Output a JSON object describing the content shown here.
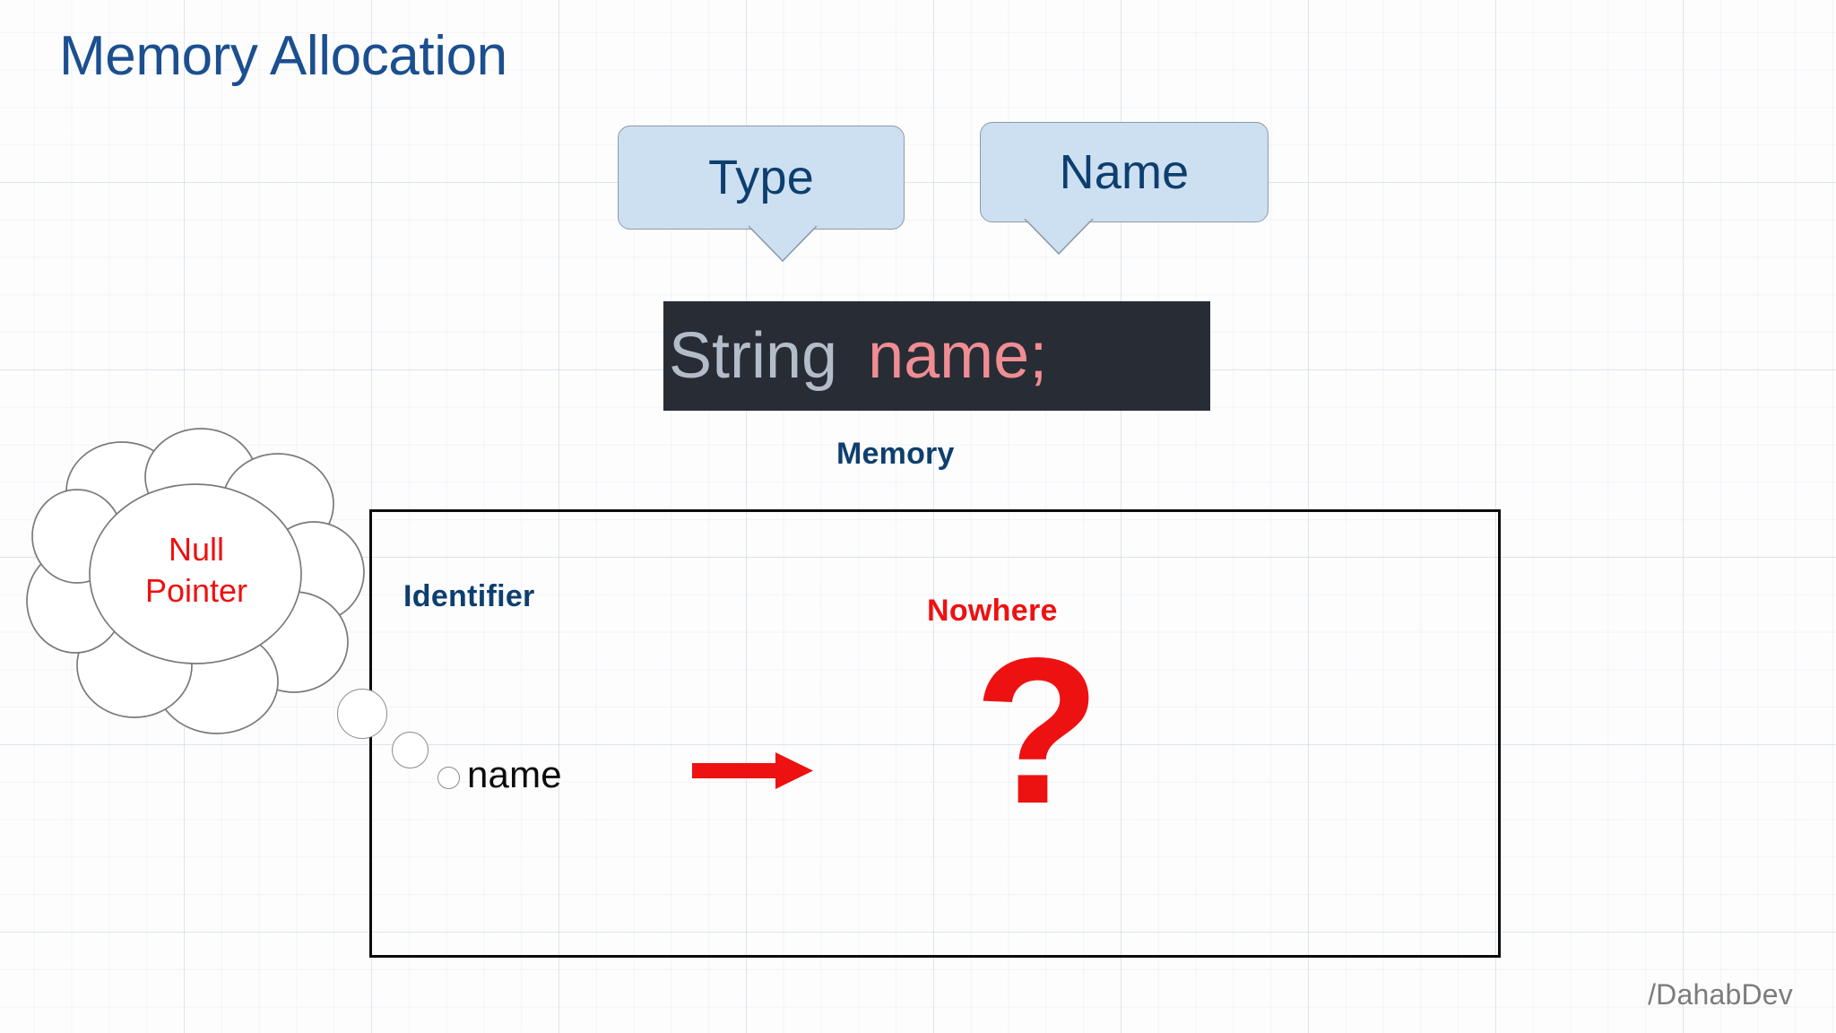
{
  "slide": {
    "title": "Memory Allocation",
    "watermark": "/DahabDev"
  },
  "callouts": [
    {
      "id": "type",
      "label": "Type"
    },
    {
      "id": "name",
      "label": "Name"
    }
  ],
  "code": {
    "type_token": "String",
    "name_token": "name",
    "semicolon_token": ";",
    "full_line": "String  name;",
    "background_color": "#282c35",
    "type_color": "#b3bcc9",
    "name_color": "#ef8d92"
  },
  "memory": {
    "label": "Memory",
    "column_header": "Identifier",
    "value_header": "Nowhere",
    "entry_name": "name",
    "value_symbol": "?",
    "arrow": "right-arrow"
  },
  "thought": {
    "line1": "Null",
    "line2": "Pointer"
  },
  "colors": {
    "title_blue": "#1b4f8f",
    "navy": "#0d3f6e",
    "red": "#ee1111",
    "callout_fill": "#cde0f2",
    "callout_border": "#8d9aa6",
    "box_border": "#0c0c0c",
    "watermark_gray": "#7c7c7c"
  }
}
